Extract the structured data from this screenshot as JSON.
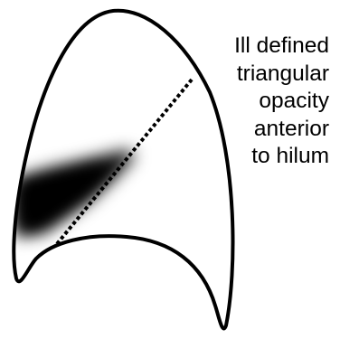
{
  "diagram": {
    "caption_lines": [
      "Ill defined",
      "triangular",
      "opacity",
      "anterior",
      "to hilum"
    ],
    "colors": {
      "outline": "#000000",
      "opacity": "#000000",
      "background": "#ffffff"
    }
  }
}
